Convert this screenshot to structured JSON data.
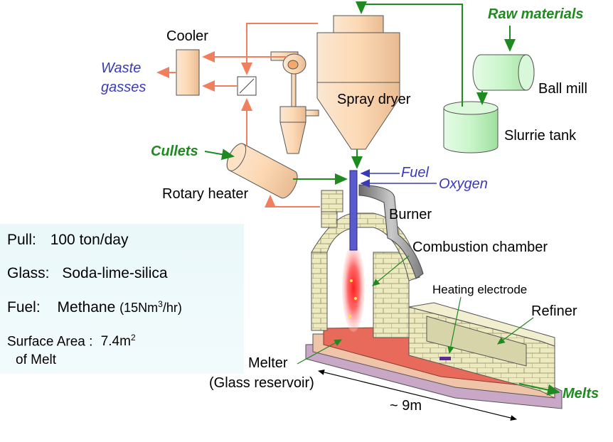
{
  "labels": {
    "raw_materials": "Raw materials",
    "cooler": "Cooler",
    "waste_gasses_1": "Waste",
    "waste_gasses_2": "gasses",
    "spray_dryer": "Spray dryer",
    "ball_mill": "Ball mill",
    "slurrie_tank": "Slurrie tank",
    "cullets": "Cullets",
    "fuel": "Fuel",
    "oxygen": "Oxygen",
    "rotary_heater": "Rotary heater",
    "burner": "Burner",
    "combustion_chamber": "Combustion chamber",
    "heating_electrode": "Heating electrode",
    "refiner": "Refiner",
    "melter": "Melter",
    "glass_reservoir": "(Glass reservoir)",
    "length": "~ 9m",
    "melts": "Melts"
  },
  "specs": {
    "pull_label": "Pull:",
    "pull_value": "100 ton/day",
    "glass_label": "Glass:",
    "glass_value": "Soda-lime-silica",
    "fuel_label": "Fuel:",
    "fuel_value": "Methane",
    "fuel_rate_a": "(15Nm",
    "fuel_rate_sup": "3",
    "fuel_rate_b": "/hr)",
    "surface_label": "Surface Area :",
    "surface_value": "7.4m",
    "surface_sup": "2",
    "surface_label_2": "of Melt"
  },
  "colors": {
    "flow_hot": "#f07f5f",
    "flow_material": "#1f8a1f",
    "flow_fuel": "#3a3ab8",
    "equipment_peach": "#fcd9b4",
    "equipment_green": "#c9f5c9",
    "brick": "#eeeac0",
    "melt": "#e86a5a"
  }
}
